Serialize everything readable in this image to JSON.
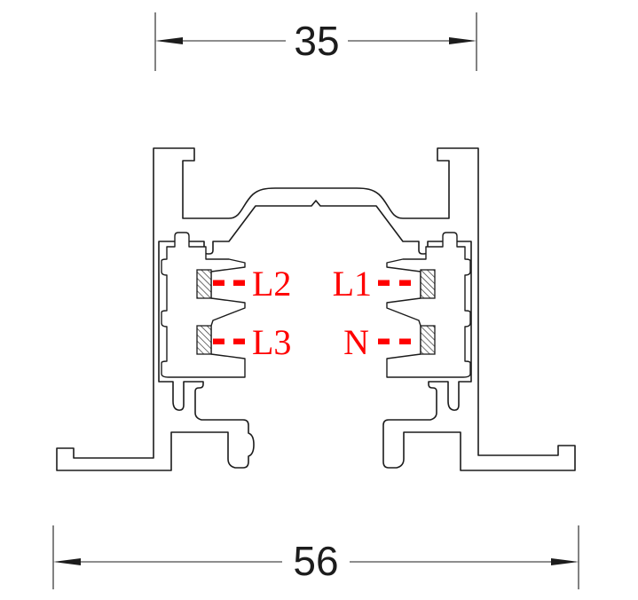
{
  "diagram": {
    "type": "track-rail-cross-section",
    "background": "#ffffff",
    "line_color": "#1c1c1c",
    "accent_color": "#ff0000",
    "hatch_color": "#333333",
    "dimensions": {
      "top": {
        "value": "35"
      },
      "bottom": {
        "value": "56"
      }
    },
    "conductors": [
      {
        "label": "L2",
        "position": "upper-left"
      },
      {
        "label": "L3",
        "position": "lower-left"
      },
      {
        "label": "L1",
        "position": "upper-right"
      },
      {
        "label": "N",
        "position": "lower-right"
      }
    ]
  }
}
